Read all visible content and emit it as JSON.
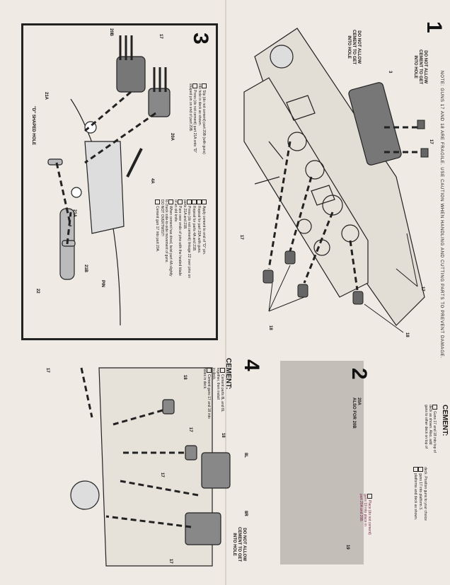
{
  "note": "NOTE: GUNS 17 AND 18 ARE FRAGILE. USE CAUTION WHEN HANDLING AND CUTTING PARTS TO PREVENT DAMAGE.",
  "steps": {
    "s1": {
      "number": "1",
      "warning": [
        "DO NOT ALLOW",
        "CEMENT TO GET",
        "INTO HOLE"
      ],
      "labels": {
        "p3": "3",
        "p17a": "17",
        "p17b": "17",
        "p17c": "17",
        "p18a": "18",
        "p18b": "18"
      }
    },
    "s1_left_warning": [
      "DO NOT ALLOW",
      "CEMENT TO GET",
      "INTO HOLE"
    ],
    "s2": {
      "number": "2",
      "label20a": "20A",
      "also": "ALSO FOR 20B",
      "instruction": [
        "Place (do not cement)",
        "guns 19 into place in",
        "part 20A and 20B."
      ],
      "label19": "19"
    },
    "s3": {
      "number": "3",
      "instructions_a": [
        "Slip (do not cement) part 20B (with guns)",
        "into hole in deck as shown.",
        "Press (do not cement) part 21A onto \"D\"",
        "shaped pin on end of part 20B."
      ],
      "instructions_b": [
        "Apply cement to end of \"D\" pin.",
        "Repeat for part 20A with guns.",
        "Repeat for parts 4A and 21B.",
        "Press (do not cement) linkage 22 over pins on",
        "parts 21A and 21B.",
        "Pare over ends of pins with the heated blade",
        "of an old knife.",
        "When cement has dried, twist part 4A slightly",
        "to check side-to-side movement of guns.",
        "DO NOT OVERTWIST!",
        "Cement gun 17 into part 20A."
      ],
      "labels": {
        "l17": "17",
        "l20b": "20B",
        "l20a": "20A",
        "l4a": "4A",
        "l21a": "21A",
        "l21a2": "21A",
        "dhole": "\"D\" SHAPED HOLE",
        "l21b": "21B",
        "pin": "PIN",
        "l22": "22"
      }
    },
    "s4": {
      "number": "4",
      "cement": "CEMENT:",
      "instructions": [
        "Cement parts 8L and 8L",
        "together, then install",
        "in deck.",
        "Cement guns 17 and 18 into",
        "holes in deck."
      ],
      "warning": [
        "DO NOT ALLOW",
        "CEMENT TO GET",
        "INTO HOLE"
      ],
      "labels": {
        "l17a": "17",
        "l17b": "17",
        "l17c": "17",
        "l17d": "17",
        "l18": "18",
        "l18b": "18",
        "l8l": "8L",
        "l8r": "8R"
      }
    },
    "cement_right": {
      "title": "CEMENT:",
      "lines": [
        "Guns 17 and 18 into top of",
        "deck as shown. Also, add",
        "guns to other deck on top of",
        "guns 17 into platform 3.",
        "platforms and deck as shown."
      ],
      "extra": "deck. Position guns to your choice"
    }
  },
  "colors": {
    "paper": "#efeae3",
    "ink": "#1b1b1b",
    "shade": "#c4beb8"
  }
}
